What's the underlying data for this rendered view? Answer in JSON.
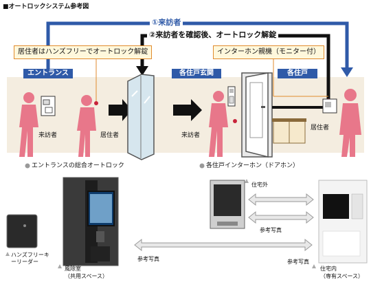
{
  "title": "■オートロックシステム参考図",
  "flows": {
    "step1": "①来訪者",
    "step2": "②来訪者を確認後、オートロック解錠"
  },
  "callouts": {
    "resident_unlock": "居住者はハンズフリーでオートロック解錠",
    "intercom_parent": "インターホン親機（モニター付）"
  },
  "zones": {
    "entrance": "エントランス",
    "unit_door": "各住戸玄関",
    "unit": "各住戸"
  },
  "people": {
    "visitor1": "来訪者",
    "resident1": "居住者",
    "visitor2": "来訪者",
    "resident2": "居住者"
  },
  "captions": {
    "entrance_lock": "エントランスの総合オートロック",
    "unit_intercom": "各住戸インターホン（ドアホン）"
  },
  "photos": {
    "handsfree_reader": "ハンズフリーキーリーダー",
    "vestibule": "風除室",
    "vestibule_sub": "（共用スペース）",
    "outside": "住宅外",
    "inside": "住宅内",
    "inside_sub": "（専有スペース）",
    "ref1": "参考写真",
    "ref2": "参考写真",
    "ref3": "参考写真"
  },
  "colors": {
    "blue": "#2f5aa8",
    "pink": "#e8778a",
    "orange": "#e08a2c",
    "wall": "#f4ede0",
    "dark": "#111111"
  }
}
